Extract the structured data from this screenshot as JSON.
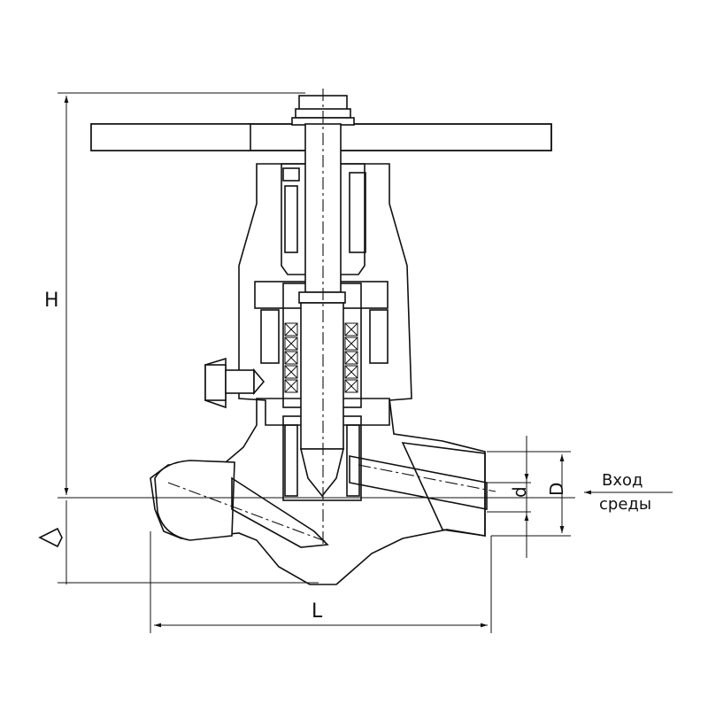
{
  "dimensions": {
    "height_label": "H",
    "length_label": "L",
    "small_diameter_label": "d",
    "large_diameter_label": "D"
  },
  "flow": {
    "line1": "Вход",
    "line2": "среды"
  }
}
